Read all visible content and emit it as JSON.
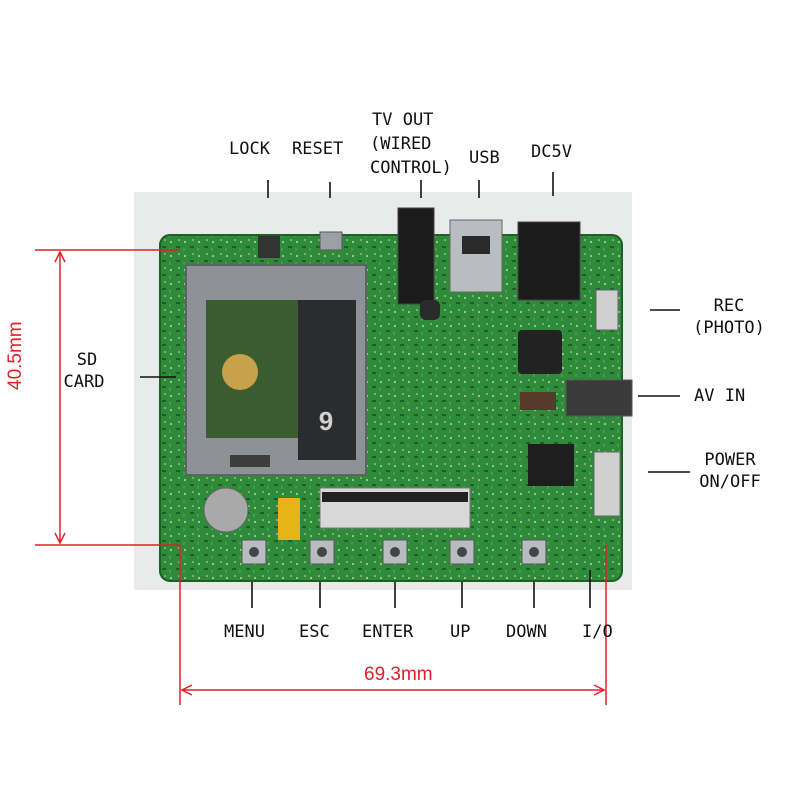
{
  "labels": {
    "lock": "LOCK",
    "reset": "RESET",
    "tv_out": [
      "TV OUT",
      "(WIRED",
      "CONTROL)"
    ],
    "usb": "USB",
    "dc5v": "DC5V",
    "sd_card": [
      "SD",
      "CARD"
    ],
    "rec": [
      "REC",
      "(PHOTO)"
    ],
    "av_in": "AV IN",
    "power": [
      "POWER",
      "ON/OFF"
    ],
    "menu": "MENU",
    "esc": "ESC",
    "enter": "ENTER",
    "up": "UP",
    "down": "DOWN",
    "io": "I/O"
  },
  "dimensions": {
    "height": "40.5mm",
    "width": "69.3mm"
  },
  "colors": {
    "board_green": "#2f8a3a",
    "dimension_red": "#e0202a",
    "backdrop_gray": "#e9eaea"
  }
}
